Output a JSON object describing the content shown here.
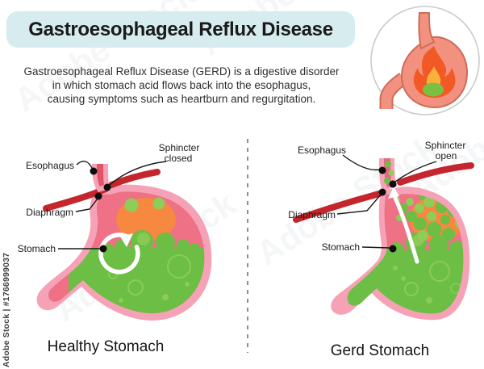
{
  "title": "Gastroesophageal Reflux Disease",
  "description": {
    "line1": "Gastroesophageal Reflux Disease (GERD) is a digestive disorder",
    "line2": "in which stomach acid flows back into the esophagus,",
    "line3": "causing symptoms such as heartburn and regurgitation."
  },
  "healthy": {
    "caption": "Healthy Stomach",
    "labels": {
      "esophagus": "Esophagus",
      "sphincter_line1": "Sphincter",
      "sphincter_line2": "closed",
      "diaphragm": "Diaphragm",
      "stomach": "Stomach"
    }
  },
  "gerd": {
    "caption": "Gerd Stomach",
    "labels": {
      "esophagus": "Esophagus",
      "sphincter_line1": "Sphincter",
      "sphincter_line2": "open",
      "diaphragm": "Diaphragm",
      "stomach": "Stomach"
    }
  },
  "watermark": {
    "side_text": "Adobe Stock | #1766999037",
    "ghost_text": "Adobe Stock"
  },
  "colors": {
    "title_bg": "#d6ecee",
    "stomach_outer_pink": "#f5a2b6",
    "stomach_inner_rose": "#ee7185",
    "acid_green": "#6cbe45",
    "bubble_light_green": "#8ecd57",
    "orange_content": "#f6883f",
    "diaphragm_red": "#c5252c",
    "esophagus_stripe": "#e25568",
    "badge_stomach": "#f2917f",
    "flame_red": "#f15a24",
    "flame_orange": "#fbb03b",
    "flame_green": "#7ac143"
  }
}
